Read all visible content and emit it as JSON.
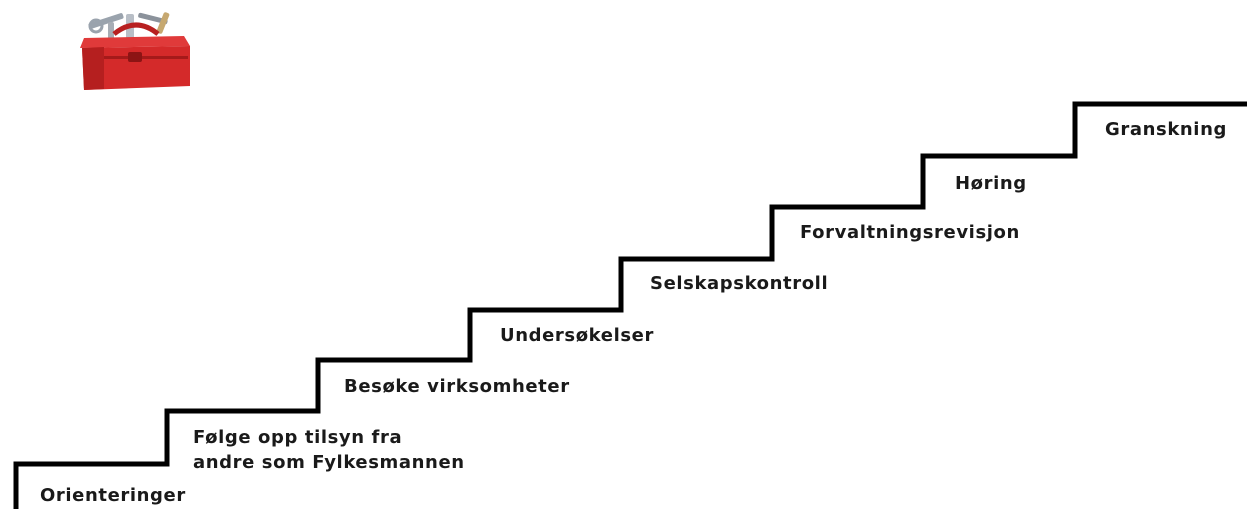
{
  "diagram": {
    "steps": [
      {
        "label_lines": [
          "Orienteringer"
        ]
      },
      {
        "label_lines": [
          "Følge opp tilsyn fra",
          "andre som Fylkesmannen"
        ]
      },
      {
        "label_lines": [
          "Besøke virksomheter"
        ]
      },
      {
        "label_lines": [
          "Undersøkelser"
        ]
      },
      {
        "label_lines": [
          "Selskapskontroll"
        ]
      },
      {
        "label_lines": [
          "Forvaltningsrevisjon"
        ]
      },
      {
        "label_lines": [
          "Høring"
        ]
      },
      {
        "label_lines": [
          "Granskning"
        ]
      }
    ],
    "icon": "toolbox-icon",
    "colors": {
      "stair_line": "#000000",
      "toolbox": "#d42a2a",
      "text": "#1a1a1a"
    }
  }
}
